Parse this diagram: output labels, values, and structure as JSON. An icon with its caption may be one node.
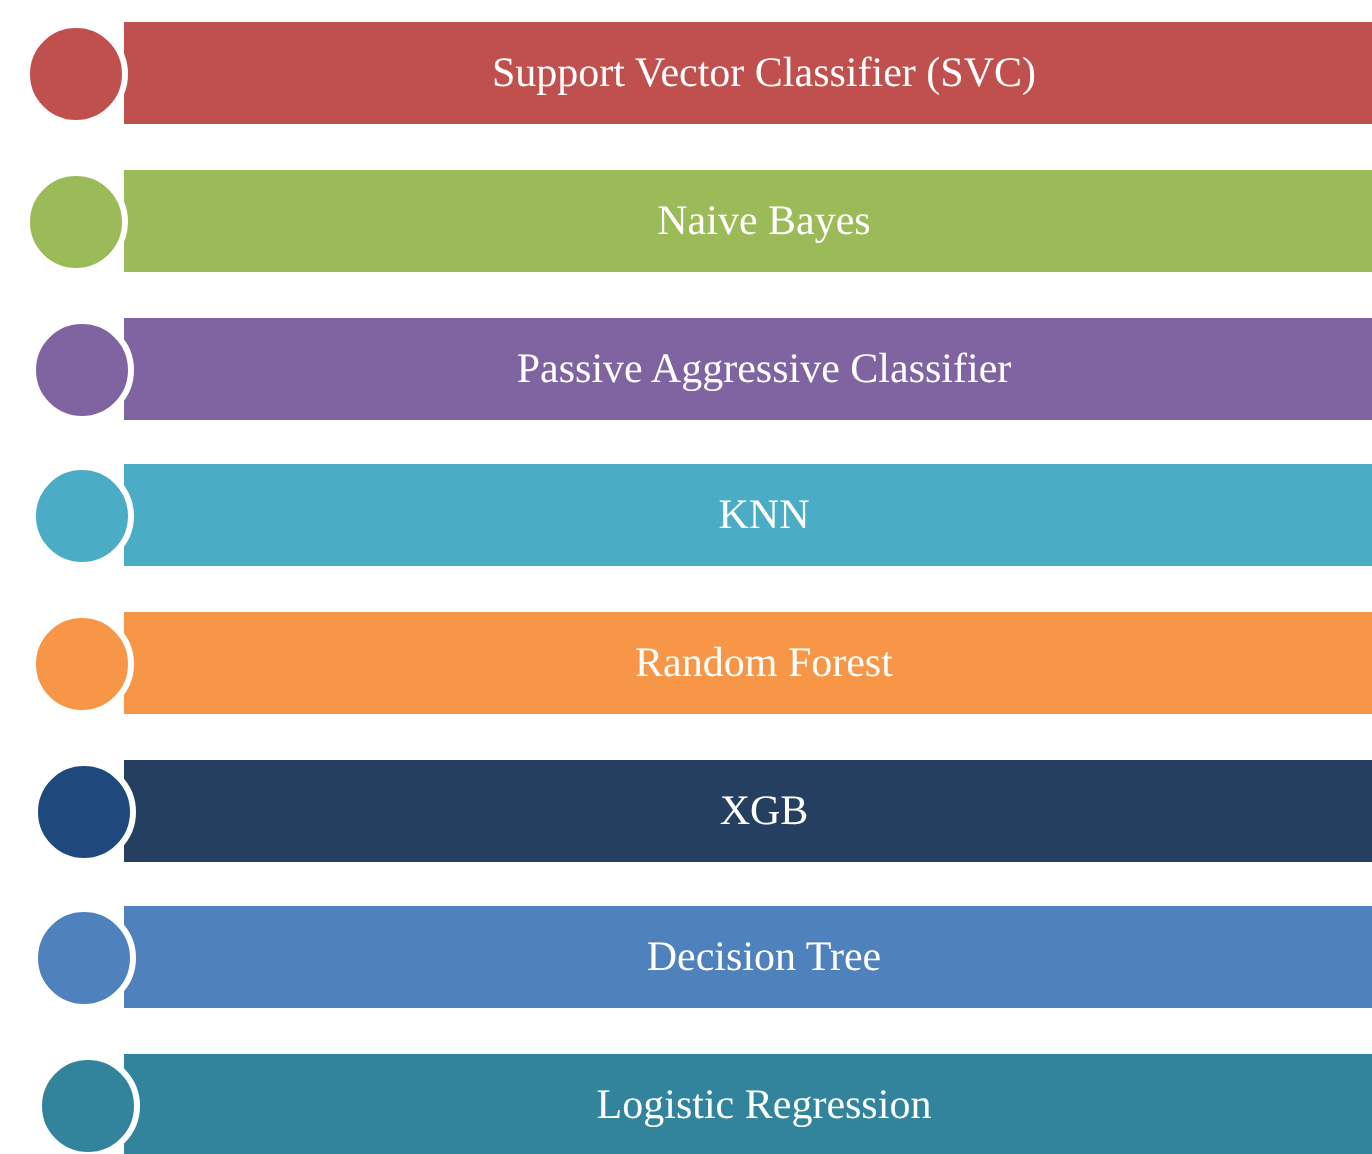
{
  "diagram": {
    "nodes": [
      {
        "text": [],
        "shape": "circle"
      },
      {
        "text": [
          "Support Vector Classifier (SVC)"
        ]
      },
      {
        "text": [],
        "shape": "circle"
      },
      {
        "text": [
          "Naive Bayes"
        ]
      },
      {
        "text": [],
        "shape": "circle"
      },
      {
        "text": [
          "Passive Aggressive Classifier"
        ]
      },
      {
        "text": [],
        "shape": "circle"
      },
      {
        "text": [
          "KNN"
        ]
      },
      {
        "text": [],
        "shape": "circle"
      },
      {
        "text": [
          "Random Forest"
        ]
      },
      {
        "text": [],
        "shape": "circle"
      },
      {
        "text": [
          "XGB"
        ]
      },
      {
        "text": [],
        "shape": "circle"
      },
      {
        "text": [
          "Decision Tree"
        ]
      },
      {
        "text": [],
        "shape": "circle"
      },
      {
        "text": [
          "Logistic Regression"
        ]
      }
    ]
  }
}
